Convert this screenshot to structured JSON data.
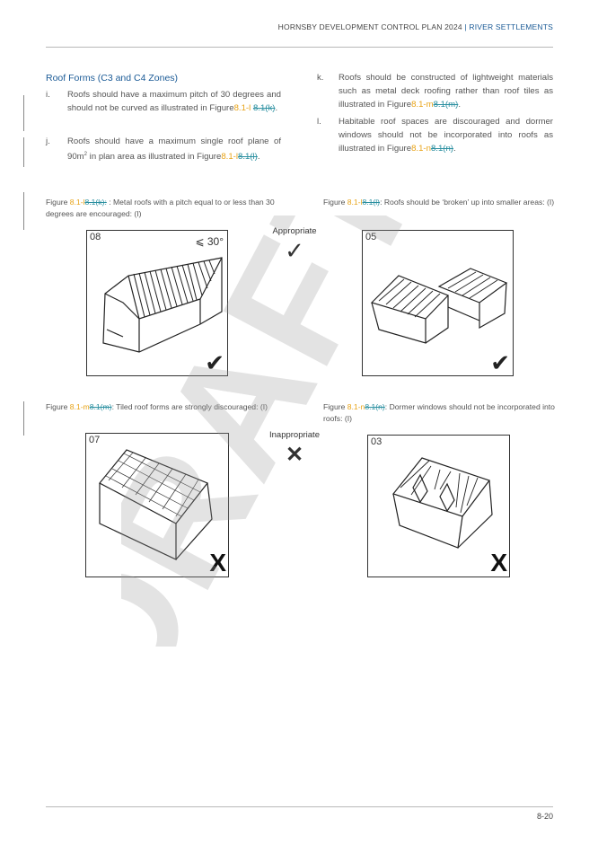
{
  "header": {
    "doc": "HORNSBY DEVELOPMENT CONTROL PLAN 2024",
    "sep": "|",
    "section": "RIVER SETTLEMENTS"
  },
  "heading": "Roof Forms (C3 and C4 Zones)",
  "items": [
    {
      "marker": "i.",
      "text": "Roofs should have a maximum pitch of 30 degrees and should not be curved as illustrated in Figure",
      "ref_new": "8.1-l",
      "ref_old": "8.1(k)",
      "end": "."
    },
    {
      "marker": "j.",
      "text_a": "Roofs should have a maximum single roof plane of 90m",
      "sup": "2",
      "text_b": " in plan area as illustrated in Figure",
      "ref_new": "8.1-l",
      "ref_old": "8.1(l)",
      "end": "."
    },
    {
      "marker": "k.",
      "text": "Roofs should be constructed of lightweight materials such as metal deck roofing rather than roof tiles as illustrated in Figure",
      "ref_new": "8.1-m",
      "ref_old": "8.1(m)",
      "end": "."
    },
    {
      "marker": "l.",
      "text": "Habitable roof spaces are discouraged and dormer windows should not be incorporated into roofs as illustrated in Figure",
      "ref_new": "8.1-n",
      "ref_old": "8.1(n)",
      "end": "."
    }
  ],
  "figures": [
    {
      "prefix": "Figure ",
      "ref_new": "8.1-l",
      "ref_old": "8.1(k)",
      "colon": ":",
      "text": " : Metal roofs with a pitch equal to or less than 30 degrees are encouraged",
      "tail": ": (I)",
      "number": "08",
      "pitch": "⩽ 30°",
      "mark": "✔"
    },
    {
      "prefix": "Figure ",
      "ref_new": "8.1-l",
      "ref_old": "8.1(l)",
      "colon": ":",
      "text": " Roofs should be ‘broken’ up into smaller areas",
      "tail": ": (I)",
      "number": "05",
      "mark": "✔"
    },
    {
      "prefix": "Figure ",
      "ref_new": "8.1-m",
      "ref_old": "8.1(m)",
      "colon": ":",
      "text": " Tiled roof forms are strongly discouraged",
      "tail": ": (I)",
      "number": "07",
      "mark": "X"
    },
    {
      "prefix": "Figure ",
      "ref_new": "8.1-n",
      "ref_old": "8.1(n)",
      "colon": ":",
      "text": " Dormer windows should not be incorporated into roofs",
      "tail": ": (I)",
      "number": "03",
      "mark": "X"
    }
  ],
  "banners": {
    "appropriate": "Appropriate",
    "appropriate_mark": "✓",
    "inappropriate": "Inappropriate",
    "inappropriate_mark": "✕"
  },
  "watermark": "DRAFT",
  "page_number": "8-20"
}
